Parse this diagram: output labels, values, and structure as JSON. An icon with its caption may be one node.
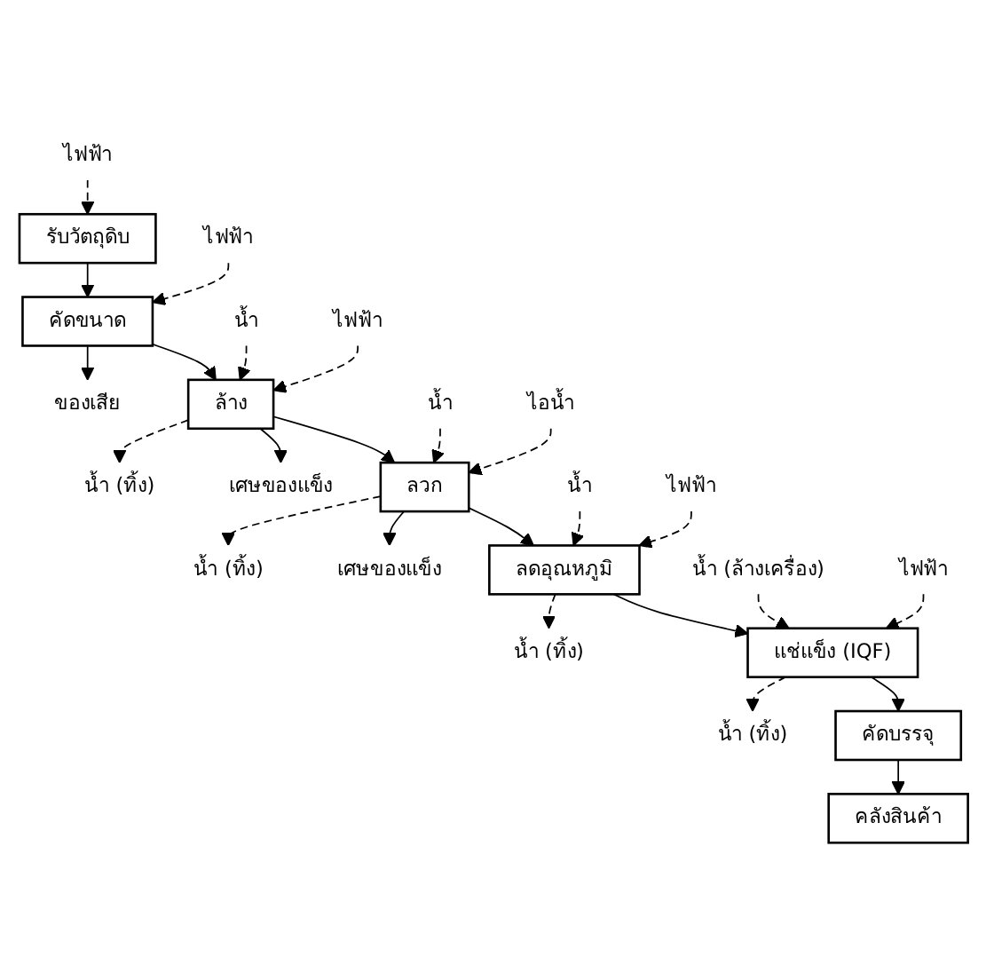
{
  "diagram": {
    "nodes": [
      {
        "text": [
          "ไฟฟ้า"
        ]
      },
      {
        "text": [
          "รับวัตถุดิบ"
        ]
      },
      {
        "text": [
          "ไฟฟ้า"
        ]
      },
      {
        "text": [
          "คัดขนาด"
        ]
      },
      {
        "text": [
          "ของเสีย"
        ]
      },
      {
        "text": [
          "น้ำ"
        ]
      },
      {
        "text": [
          "ไฟฟ้า"
        ]
      },
      {
        "text": [
          "ล้าง"
        ]
      },
      {
        "text": [
          "น้ำ (ทิ้ง)"
        ]
      },
      {
        "text": [
          "เศษของแข็ง"
        ]
      },
      {
        "text": [
          "น้ำ"
        ]
      },
      {
        "text": [
          "ไอน้ำ"
        ]
      },
      {
        "text": [
          "ลวก"
        ]
      },
      {
        "text": [
          "น้ำ (ทิ้ง)"
        ]
      },
      {
        "text": [
          "เศษของแข็ง"
        ]
      },
      {
        "text": [
          "น้ำ"
        ]
      },
      {
        "text": [
          "ไฟฟ้า"
        ]
      },
      {
        "text": [
          "ลดอุณหภูมิ"
        ]
      },
      {
        "text": [
          "น้ำ (ทิ้ง)"
        ]
      },
      {
        "text": [
          "น้ำ (ล้างเครื่อง)"
        ]
      },
      {
        "text": [
          "ไฟฟ้า"
        ]
      },
      {
        "text": [
          "แช่แข็ง (IQF)"
        ]
      },
      {
        "text": [
          "น้ำ (ทิ้ง)"
        ]
      },
      {
        "text": [
          "คัดบรรจุ"
        ]
      },
      {
        "text": [
          "คลังสินค้า"
        ]
      }
    ],
    "edges": [
      {
        "from": 0,
        "to": 1,
        "arrow": "to",
        "style": "dashed"
      },
      {
        "from": 1,
        "to": 3,
        "arrow": "to"
      },
      {
        "from": 2,
        "to": 3,
        "arrow": "to",
        "style": "dashed"
      },
      {
        "from": 3,
        "to": 4,
        "arrow": "to"
      },
      {
        "from": 3,
        "to": 7,
        "arrow": "to"
      },
      {
        "from": 5,
        "to": 7,
        "arrow": "to",
        "style": "dashed"
      },
      {
        "from": 6,
        "to": 7,
        "arrow": "to",
        "style": "dashed"
      },
      {
        "from": 7,
        "to": 8,
        "arrow": "to",
        "style": "dashed"
      },
      {
        "from": 7,
        "to": 9,
        "arrow": "to"
      },
      {
        "from": 7,
        "to": 12,
        "arrow": "to"
      },
      {
        "from": 10,
        "to": 12,
        "arrow": "to",
        "style": "dashed"
      },
      {
        "from": 11,
        "to": 12,
        "arrow": "to",
        "style": "dashed"
      },
      {
        "from": 12,
        "to": 13,
        "arrow": "to",
        "style": "dashed"
      },
      {
        "from": 12,
        "to": 14,
        "arrow": "to"
      },
      {
        "from": 12,
        "to": 17,
        "arrow": "to"
      },
      {
        "from": 15,
        "to": 17,
        "arrow": "to",
        "style": "dashed"
      },
      {
        "from": 16,
        "to": 17,
        "arrow": "to",
        "style": "dashed"
      },
      {
        "from": 17,
        "to": 18,
        "arrow": "to",
        "style": "dashed"
      },
      {
        "from": 17,
        "to": 21,
        "arrow": "to"
      },
      {
        "from": 19,
        "to": 21,
        "arrow": "to",
        "style": "dashed"
      },
      {
        "from": 20,
        "to": 21,
        "arrow": "to",
        "style": "dashed"
      },
      {
        "from": 21,
        "to": 22,
        "arrow": "to",
        "style": "dashed"
      },
      {
        "from": 21,
        "to": 23,
        "arrow": "to"
      },
      {
        "from": 23,
        "to": 24,
        "arrow": "to"
      }
    ]
  }
}
